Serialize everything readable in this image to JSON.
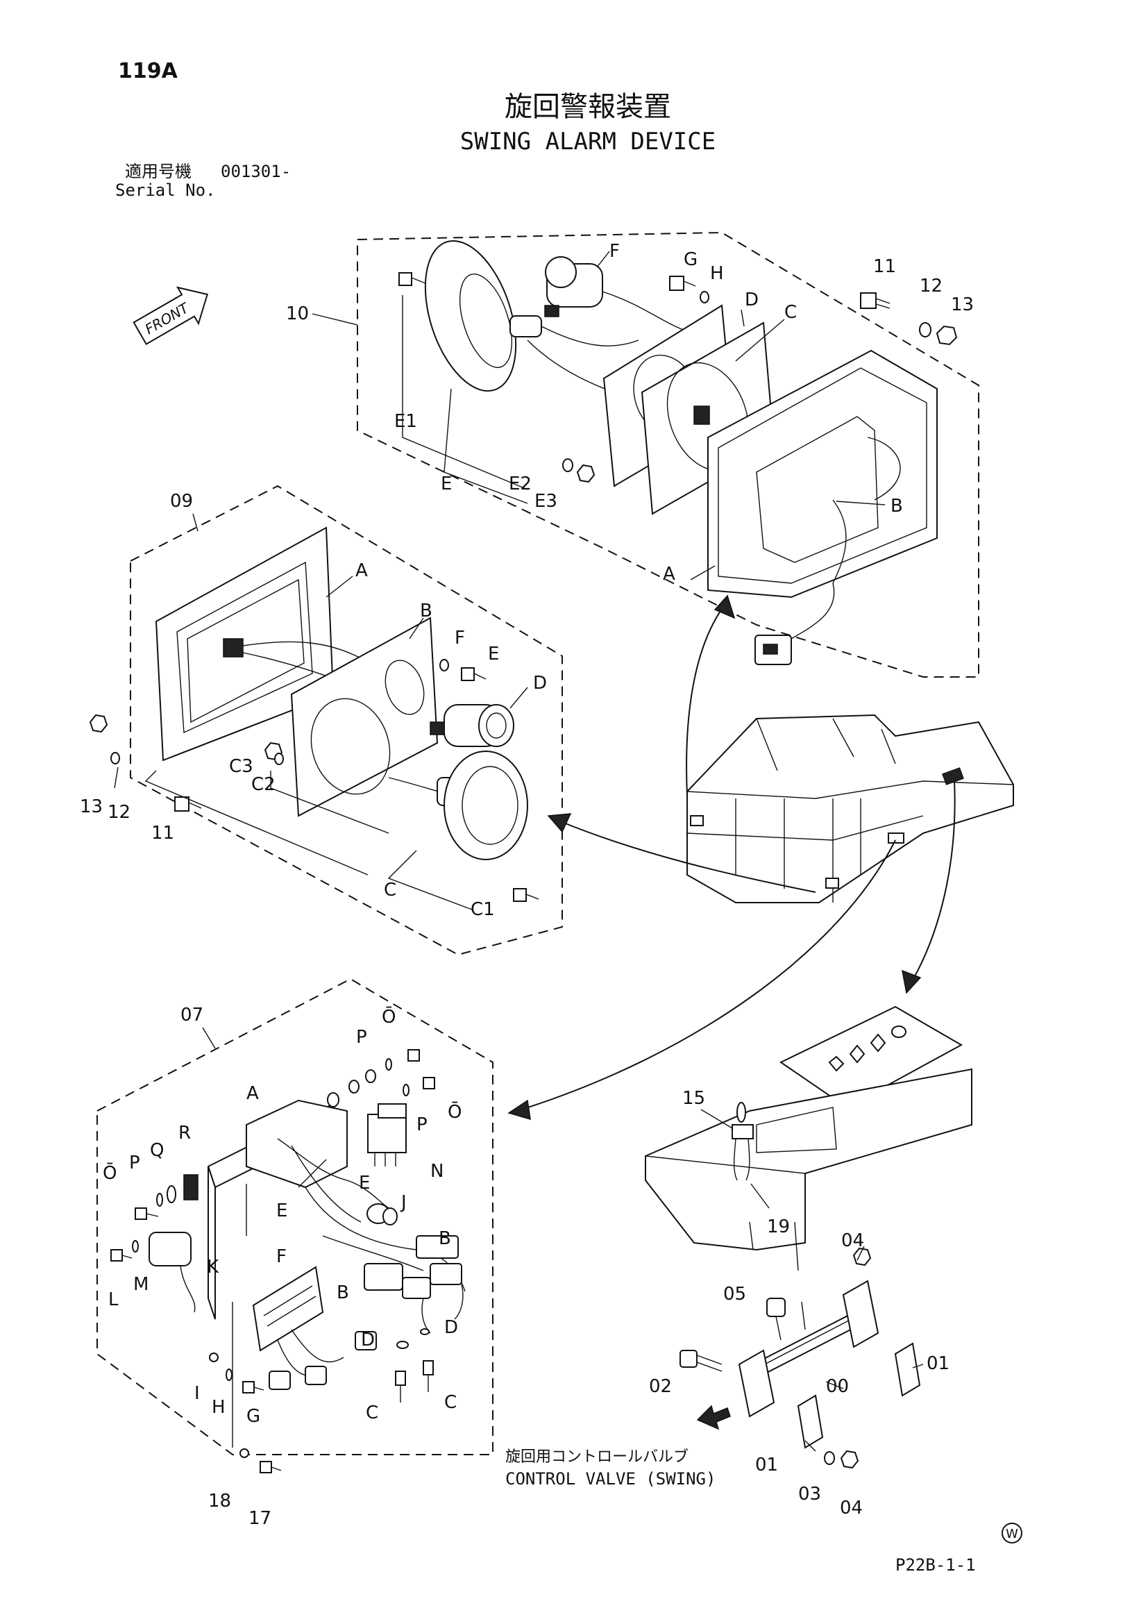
{
  "page": {
    "code": "119A",
    "title_jp": "旋回警報装置",
    "title_en": "SWING ALARM DEVICE",
    "serial_label_jp": "適用号機",
    "serial_value": "001301-",
    "serial_label_en": "Serial No.",
    "footer_code": "P22B-1-1",
    "watermark_symbol": "W"
  },
  "front_badge": "FRONT",
  "control_valve": {
    "label_jp": "旋回用コントロールバルブ",
    "label_en": "CONTROL VALVE (SWING)"
  },
  "group_10": {
    "ref": "10",
    "callouts": [
      "F",
      "G",
      "H",
      "D",
      "C",
      "11",
      "12",
      "13",
      "E1",
      "E",
      "E2",
      "E3",
      "B",
      "A"
    ]
  },
  "group_09": {
    "ref": "09",
    "callouts": [
      "A",
      "B",
      "F",
      "E",
      "D",
      "C3",
      "C2",
      "13",
      "12",
      "11",
      "C",
      "C1"
    ]
  },
  "group_07": {
    "ref": "07",
    "callouts": [
      "Ō",
      "P",
      "A",
      "Ō",
      "P",
      "R",
      "Ō",
      "P",
      "Q",
      "N",
      "E",
      "J",
      "E",
      "B",
      "K",
      "L",
      "M",
      "F",
      "B",
      "D",
      "D",
      "I",
      "H",
      "G",
      "C",
      "C",
      "18",
      "17"
    ]
  },
  "switch_panel": {
    "callouts": [
      "15",
      "19"
    ]
  },
  "valve_bracket": {
    "callouts": [
      "04",
      "05",
      "01",
      "02",
      "00",
      "01",
      "03",
      "04"
    ]
  }
}
